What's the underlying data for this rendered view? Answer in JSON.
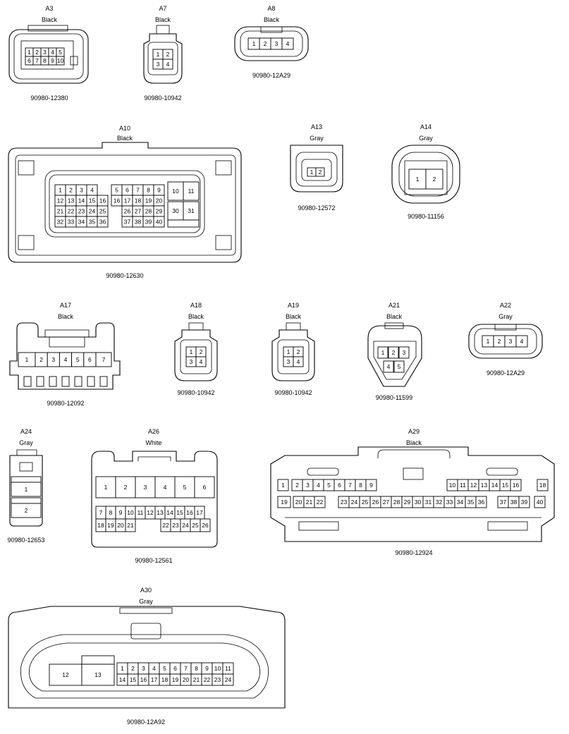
{
  "connectors": [
    {
      "id": "A3",
      "color": "Black",
      "part": "90980-12380"
    },
    {
      "id": "A7",
      "color": "Black",
      "part": "90980-10942"
    },
    {
      "id": "A8",
      "color": "Black",
      "part": "90980-12A29"
    },
    {
      "id": "A10",
      "color": "Black",
      "part": "90980-12630"
    },
    {
      "id": "A13",
      "color": "Gray",
      "part": "90980-12572"
    },
    {
      "id": "A14",
      "color": "Gray",
      "part": "90980-11156"
    },
    {
      "id": "A17",
      "color": "Black",
      "part": "90980-12092"
    },
    {
      "id": "A18",
      "color": "Black",
      "part": "90980-10942"
    },
    {
      "id": "A19",
      "color": "Black",
      "part": "90980-10942"
    },
    {
      "id": "A21",
      "color": "Black",
      "part": "90980-11599"
    },
    {
      "id": "A22",
      "color": "Gray",
      "part": "90980-12A29"
    },
    {
      "id": "A24",
      "color": "Gray",
      "part": "90980-12653"
    },
    {
      "id": "A26",
      "color": "White",
      "part": "90980-12561"
    },
    {
      "id": "A29",
      "color": "Black",
      "part": "90980-12924"
    },
    {
      "id": "A30",
      "color": "Gray",
      "part": "90980-12A92"
    }
  ]
}
